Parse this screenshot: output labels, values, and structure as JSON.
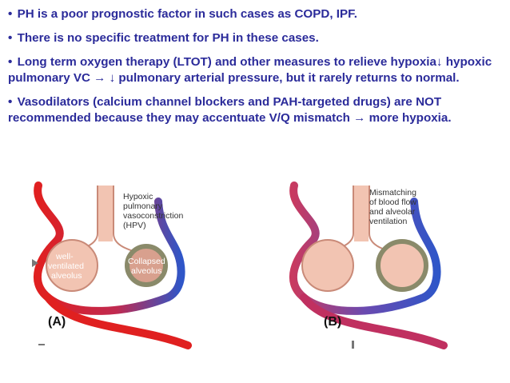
{
  "bullets": [
    {
      "marker": "•",
      "text": "PH is a poor prognostic factor in such cases as COPD, IPF."
    },
    {
      "marker": "•",
      "text": "There is no specific treatment for PH in these cases."
    },
    {
      "marker": "•",
      "text": "Long term oxygen therapy (LTOT) and other measures to relieve hypoxia↓ hypoxic pulmonary VC → ↓ pulmonary arterial pressure, but it rarely returns to normal."
    },
    {
      "marker": "•",
      "text": "Vasodilators (calcium channel blockers and PAH-targeted drugs) are NOT recommended because they may accentuate V/Q mismatch → more hypoxia."
    }
  ],
  "figure_a": {
    "label": "(A)",
    "callout_lines": [
      "Hypoxic",
      "pulmonary",
      "vasoconstriction",
      "(HPV)"
    ],
    "well_lines": [
      "well-",
      "ventilated",
      "alveolus"
    ],
    "collapsed_lines": [
      "Collapsed",
      "alveolus"
    ]
  },
  "figure_b": {
    "label": "(B)",
    "callout_lines": [
      "Mismatching",
      "of blood flow",
      "and alveolar",
      "ventilation"
    ]
  },
  "colors": {
    "text_blue": "#2b2b9a",
    "vessel_blue": "#2f56c8",
    "vessel_red": "#e02020",
    "tissue_pink": "#f2c4b2",
    "tissue_outline": "#c98a78",
    "collapsed_fill": "#d8a08e",
    "collapsed_border": "#8a8a6a"
  }
}
